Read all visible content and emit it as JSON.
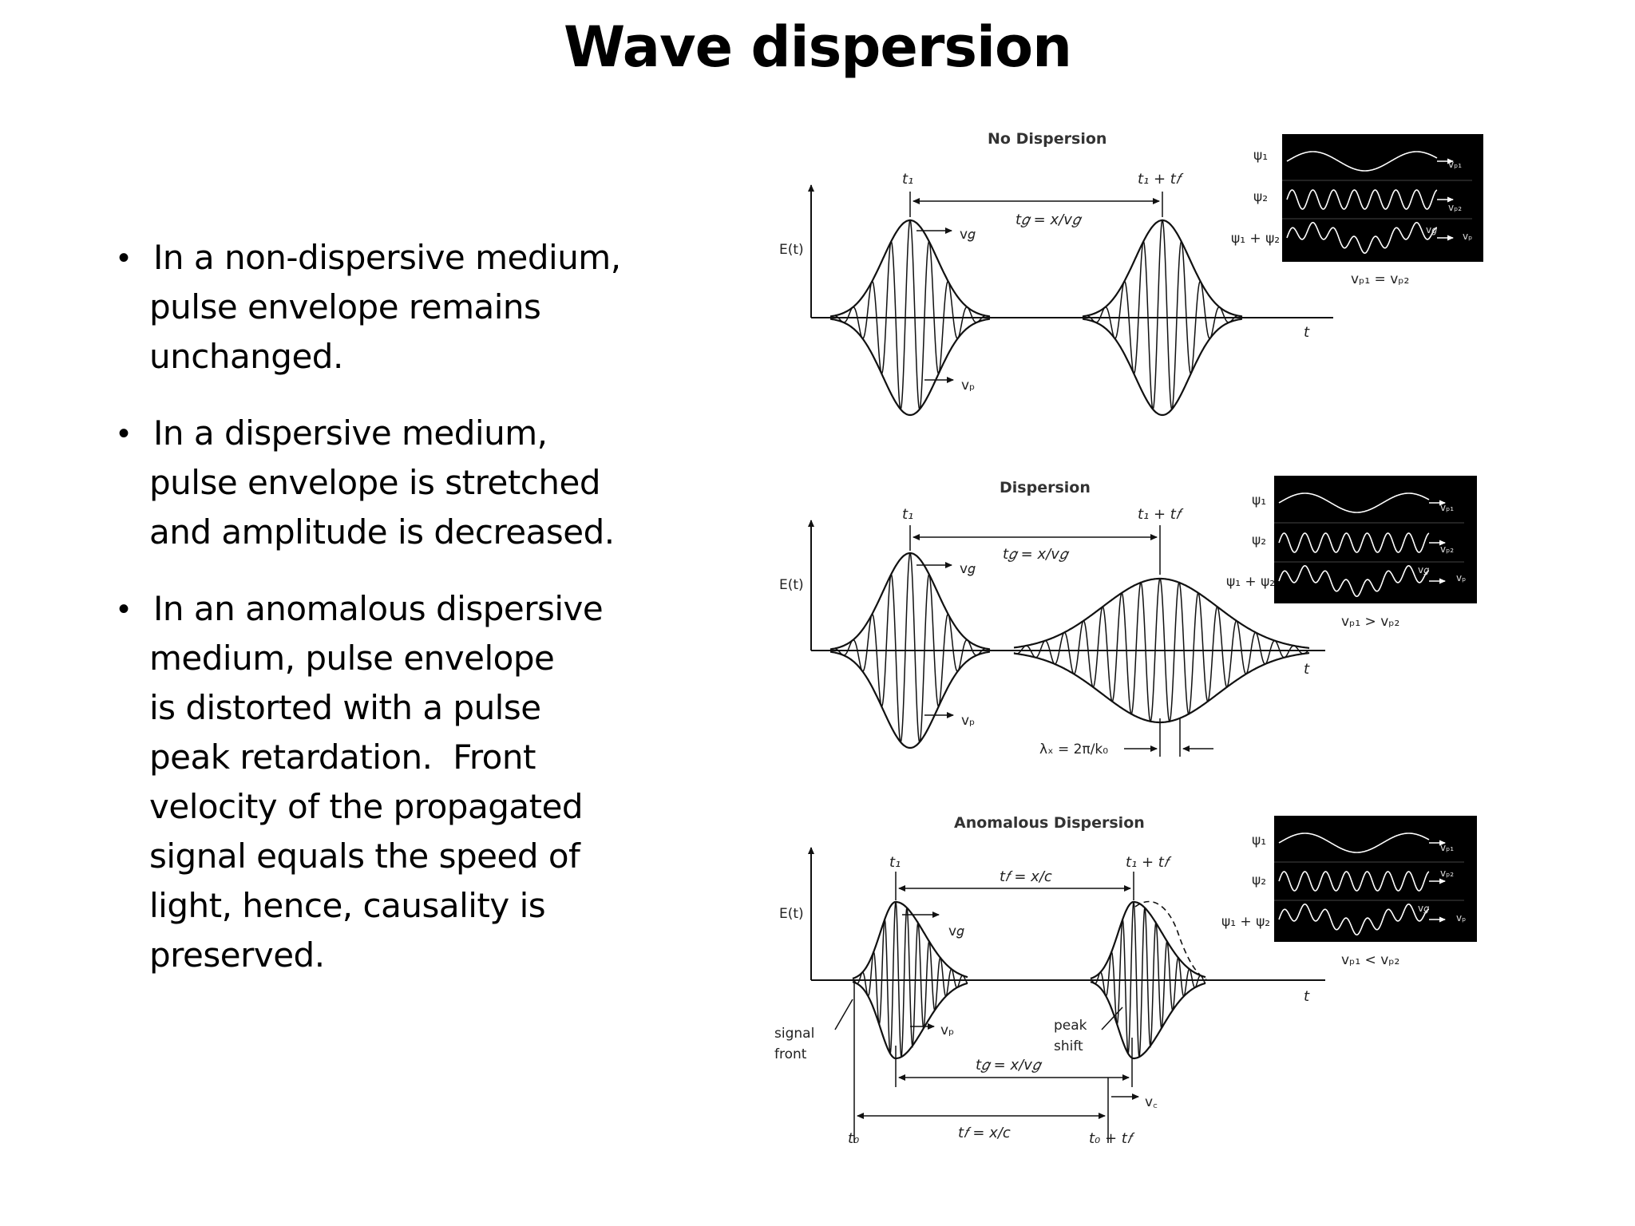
{
  "title": "Wave dispersion",
  "bullets": [
    {
      "lines": [
        "In a non-dispersive medium,",
        "pulse envelope remains",
        "unchanged."
      ]
    },
    {
      "lines": [
        "In a dispersive medium,",
        "pulse envelope is stretched",
        "and amplitude is decreased."
      ]
    },
    {
      "lines": [
        "In an anomalous dispersive",
        "medium, pulse envelope",
        "is distorted with a pulse",
        "peak retardation.  Front",
        "velocity of the propagated",
        "signal equals the speed of",
        "light, hence, causality is",
        "preserved."
      ]
    }
  ],
  "bullet_symbol": "•",
  "figure": {
    "panels": [
      {
        "title": "No Dispersion",
        "y_axis_label": "E(t)",
        "t_axis_label": "t",
        "t1_label": "t₁",
        "t2_label": "t₁ + t𝑓",
        "delay_label": "t𝑔 = x/v𝑔",
        "vg_label": "v𝑔",
        "vp_label": "vₚ",
        "inset_rows": [
          "ψ₁",
          "ψ₂",
          "ψ₁ + ψ₂"
        ],
        "inset_arrows": [
          "vₚ₁",
          "vₚ₂",
          "v𝑔",
          "vₚ"
        ],
        "inset_caption": "vₚ₁ = vₚ₂"
      },
      {
        "title": "Dispersion",
        "y_axis_label": "E(t)",
        "t_axis_label": "t",
        "t1_label": "t₁",
        "t2_label": "t₁ + t𝑓",
        "delay_label": "t𝑔 = x/v𝑔",
        "vg_label": "v𝑔",
        "vp_label": "vₚ",
        "lambda_label": "λₓ = 2π/k₀",
        "inset_rows": [
          "ψ₁",
          "ψ₂",
          "ψ₁ + ψ₂"
        ],
        "inset_arrows": [
          "vₚ₁",
          "vₚ₂",
          "v𝑔",
          "vₚ"
        ],
        "inset_caption": "vₚ₁ > vₚ₂"
      },
      {
        "title": "Anomalous Dispersion",
        "y_axis_label": "E(t)",
        "t_axis_label": "t",
        "t1_label": "t₁",
        "t2_label": "t₁ + t𝑓",
        "front_delay_label": "t𝑓 = x/c",
        "group_delay_label": "t𝑔 = x/v𝑔",
        "vg_label": "v𝑔",
        "vp_label": "vₚ",
        "vc_label": "v꜀",
        "signal_front_label": [
          "signal",
          "front"
        ],
        "peak_shift_label": [
          "peak",
          "shift"
        ],
        "t0_label": "t₀",
        "t0f_label": "t₀ + t𝑓",
        "bottom_delay_label": "t𝑓 = x/c",
        "inset_rows": [
          "ψ₁",
          "ψ₂",
          "ψ₁ + ψ₂"
        ],
        "inset_arrows": [
          "vₚ₁",
          "vₚ₂",
          "v𝑔",
          "vₚ"
        ],
        "inset_caption": "vₚ₁ < vₚ₂"
      }
    ]
  },
  "colors": {
    "wave": "#111111",
    "inset_bg": "#000000",
    "inset_wave": "#ffffff"
  }
}
